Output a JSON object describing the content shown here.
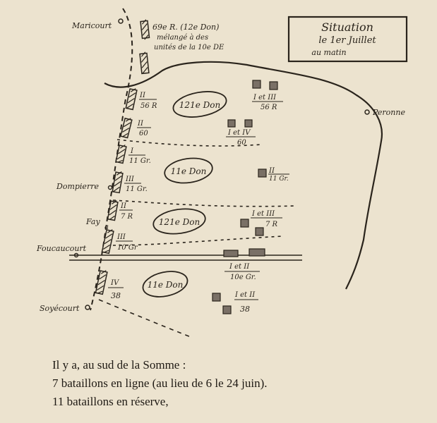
{
  "title": {
    "line1": "Situation",
    "line2": "le 1er Juillet",
    "line3": "au matin"
  },
  "places": {
    "maricourt": "Maricourt",
    "peronne": "Peronne",
    "dompierre": "Dompierre",
    "fay": "Fay",
    "foucaucourt": "Foucaucourt",
    "soyecourt": "Soyécourt"
  },
  "note_69": {
    "line1": "69e R. (12e Don)",
    "line2": "mélangé à des",
    "line3": "unités de la 10e DE"
  },
  "divisions": {
    "d121_top": "121e Don",
    "d11_mid": "11e Don",
    "d121_low": "121e Don",
    "d11_low": "11e Don"
  },
  "front_units": [
    {
      "bat": "II",
      "reg": "56 R"
    },
    {
      "bat": "II",
      "reg": "60"
    },
    {
      "bat": "I",
      "reg": "11 Gr."
    },
    {
      "bat": "III",
      "reg": "11 Gr."
    },
    {
      "bat": "II",
      "reg": "7 R"
    },
    {
      "bat": "III",
      "reg": "10 Gr"
    },
    {
      "bat": "IV",
      "reg": "38"
    }
  ],
  "reserves": [
    {
      "bat": "I et III",
      "reg": "56 R"
    },
    {
      "bat": "I et IV",
      "reg": "60"
    },
    {
      "bat": "II",
      "reg": "11 Gr."
    },
    {
      "bat": "I et III",
      "reg": "7 R"
    },
    {
      "bat": "I et II",
      "reg": "10e Gr."
    },
    {
      "bat": "I et II",
      "reg": "38"
    }
  ],
  "caption": {
    "line1": "Il y a, au sud de la Somme :",
    "line2": "7 bataillons en ligne (au lieu de 6 le 24 juin).",
    "line3": "11 bataillons en réserve,"
  }
}
